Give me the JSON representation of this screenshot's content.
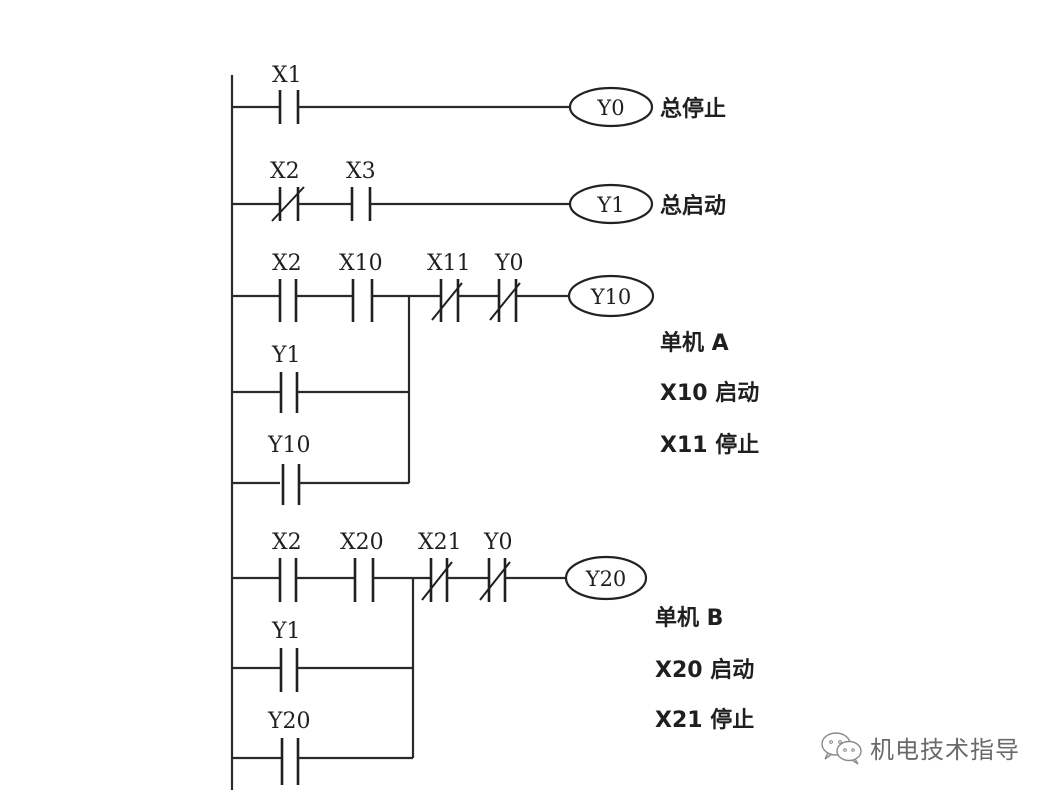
{
  "diagram": {
    "type": "plc-ladder-diagram",
    "rungs": [
      {
        "id": "rung1",
        "contacts": [
          {
            "label": "X1",
            "type": "NO"
          }
        ],
        "coil": "Y0",
        "note": "总停止"
      },
      {
        "id": "rung2",
        "contacts": [
          {
            "label": "X2",
            "type": "NC"
          },
          {
            "label": "X3",
            "type": "NO"
          }
        ],
        "coil": "Y1",
        "note": "总启动"
      },
      {
        "id": "rung3",
        "contacts": [
          {
            "label": "X2",
            "type": "NO"
          },
          {
            "label": "X10",
            "type": "NO"
          },
          {
            "label": "X11",
            "type": "NC"
          },
          {
            "label": "Y0",
            "type": "NC"
          }
        ],
        "branches": [
          {
            "label": "Y1",
            "type": "NO"
          },
          {
            "label": "Y10",
            "type": "NO"
          }
        ],
        "coil": "Y10",
        "notes": [
          "单机 A",
          "X10 启动",
          "X11 停止"
        ]
      },
      {
        "id": "rung4",
        "contacts": [
          {
            "label": "X2",
            "type": "NO"
          },
          {
            "label": "X20",
            "type": "NO"
          },
          {
            "label": "X21",
            "type": "NC"
          },
          {
            "label": "Y0",
            "type": "NC"
          }
        ],
        "branches": [
          {
            "label": "Y1",
            "type": "NO"
          },
          {
            "label": "Y20",
            "type": "NO"
          }
        ],
        "coil": "Y20",
        "notes": [
          "单机 B",
          "X20 启动",
          "X21 停止"
        ]
      }
    ]
  },
  "watermark": {
    "icon": "wechat-icon",
    "text": "机电技术指导"
  }
}
